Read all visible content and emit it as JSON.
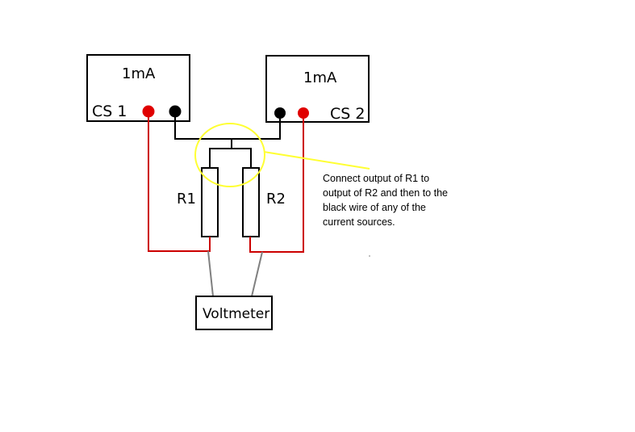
{
  "source1": {
    "current": "1mA",
    "name": "CS 1"
  },
  "source2": {
    "current": "1mA",
    "name": "CS 2"
  },
  "resistors": {
    "r1": "R1",
    "r2": "R2"
  },
  "meter": {
    "label": "Voltmeter"
  },
  "annotation": {
    "lines": [
      "Connect output of R1 to",
      "output of R2 and then to the",
      "black wire of any of the",
      "current sources."
    ],
    "highlight_color": "#ffff33"
  },
  "colors": {
    "positive_wire": "#cc0000",
    "negative_wire": "#000000",
    "meter_probe": "#808080"
  }
}
